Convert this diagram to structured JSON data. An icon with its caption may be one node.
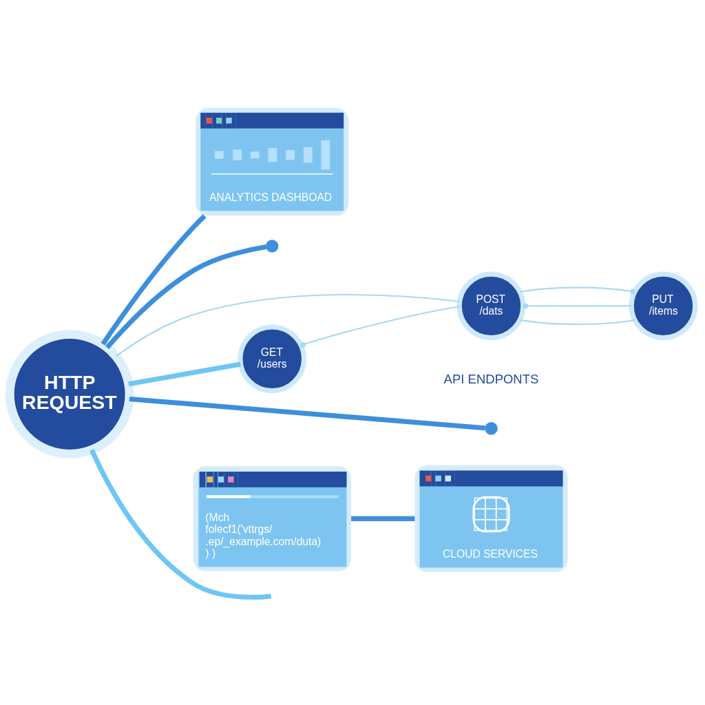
{
  "diagram": {
    "nodes": [
      {
        "text": [
          "HTTP REQUEST"
        ]
      },
      {
        "text": [
          "ANALYTICS DASHBOAD"
        ]
      },
      {
        "text": [],
        "shape": "circle"
      },
      {
        "text": [
          "POST /dats"
        ]
      },
      {
        "text": [
          "GET /users"
        ]
      },
      {
        "text": [
          "PUT /items"
        ]
      },
      {
        "text": [],
        "shape": "circle"
      },
      {
        "text": [
          "(Mch folecf1('vttrgs/ .ep/_example.com/duta) ) )"
        ]
      },
      {
        "text": [
          "CLOUD SERVICES"
        ]
      }
    ],
    "edges": [
      {
        "from": 0,
        "to": 1,
        "arrow": "none",
        "color": "#3d8fdc"
      },
      {
        "from": 0,
        "to": 2,
        "arrow": "none",
        "color": "#3d8fdc"
      },
      {
        "from": 0,
        "to": 3,
        "arrow": "none"
      },
      {
        "from": 0,
        "to": 4,
        "arrow": "none",
        "color": "#6ec6f2"
      },
      {
        "from": 3,
        "to": 4,
        "arrow": "other"
      },
      {
        "from": 5,
        "to": 3,
        "arrow": "other"
      },
      {
        "from": 3,
        "to": 5,
        "arrow": "none"
      },
      {
        "from": 3,
        "to": 5,
        "arrow": "other"
      },
      {
        "from": 0,
        "to": 6,
        "arrow": "none",
        "color": "#3d8fdc"
      },
      {
        "from": 0,
        "to": null,
        "arrow": "none",
        "color": "#6ec6f2"
      },
      {
        "from": 7,
        "to": 8,
        "arrow": "none",
        "color": "#3d8fdc"
      }
    ],
    "labels": [
      "API ENDPONTS"
    ]
  }
}
